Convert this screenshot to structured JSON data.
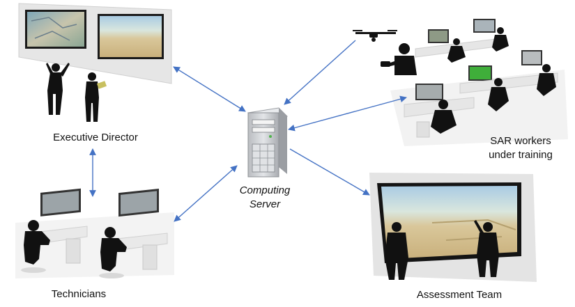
{
  "nodes": {
    "executive_director": {
      "label": "Executive Director"
    },
    "technicians": {
      "label": "Technicians"
    },
    "assessment_team": {
      "label": "Assessment Team"
    },
    "sar_workers": {
      "label_line1": "SAR workers",
      "label_line2": "under training"
    },
    "server": {
      "label_line1": "Computing",
      "label_line2": "Server"
    }
  },
  "colors": {
    "arrow": "#4472c4",
    "silhouette": "#111111",
    "wall": "#e8e8e8",
    "monitor_frame": "#1a1a1a",
    "sand_screen": "#d8c99a",
    "sky_screen": "#9fc7e6",
    "server_body": "#cfd2d6",
    "green_screen": "#3fae3a"
  }
}
